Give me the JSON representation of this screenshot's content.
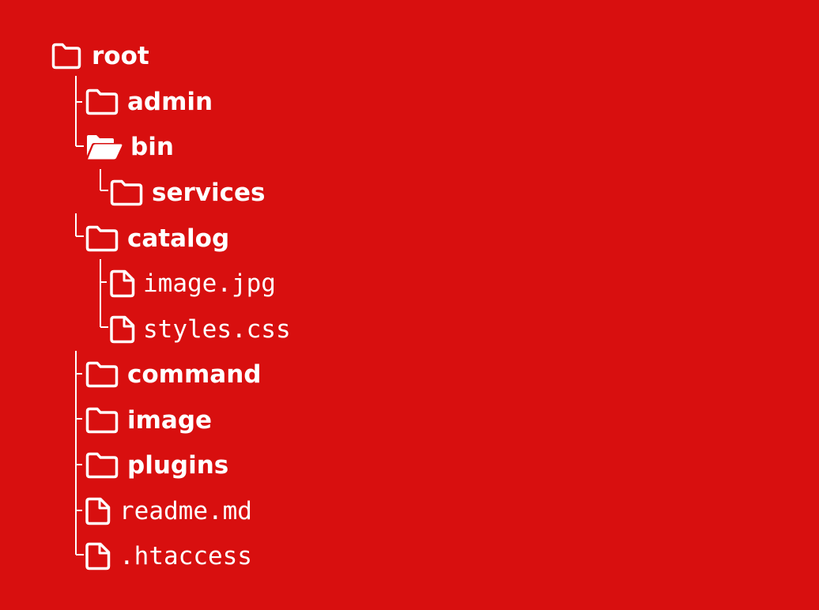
{
  "tree": {
    "root": {
      "label": "root",
      "icon": "folder-icon"
    },
    "admin": {
      "label": "admin",
      "icon": "folder-icon"
    },
    "bin": {
      "label": "bin",
      "icon": "folder-open-icon"
    },
    "services": {
      "label": "services",
      "icon": "folder-icon"
    },
    "catalog": {
      "label": "catalog",
      "icon": "folder-icon"
    },
    "image_jpg": {
      "label": "image.jpg",
      "icon": "file-icon"
    },
    "styles_css": {
      "label": "styles.css",
      "icon": "file-icon"
    },
    "command": {
      "label": "command",
      "icon": "folder-icon"
    },
    "image": {
      "label": "image",
      "icon": "folder-icon"
    },
    "plugins": {
      "label": "plugins",
      "icon": "folder-icon"
    },
    "readme_md": {
      "label": "readme.md",
      "icon": "file-icon"
    },
    "htaccess": {
      "label": ".htaccess",
      "icon": "file-icon"
    }
  },
  "colors": {
    "background": "#d80f0f",
    "foreground": "#ffffff"
  }
}
